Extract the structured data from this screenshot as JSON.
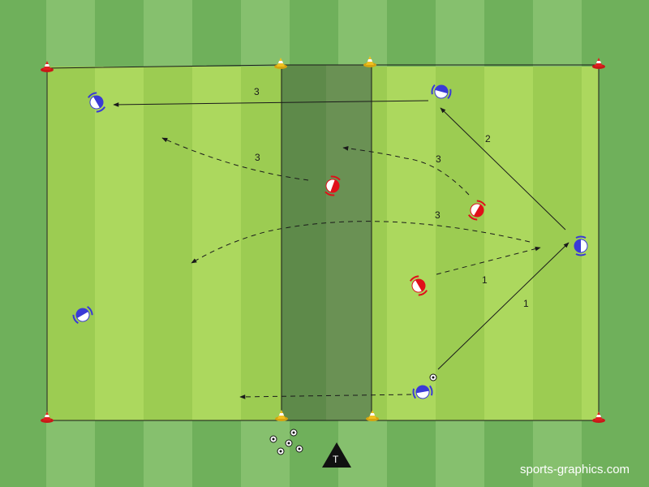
{
  "colors": {
    "pitch_stripe_a": "#6fb05b",
    "pitch_stripe_b": "#86c06e",
    "field_stripe_a": "#9ccc52",
    "field_stripe_b": "#acd85e",
    "neutral_zone": "#5e8a4a",
    "line": "#1a1a1a",
    "team_blue": "#3a3ad6",
    "team_red": "#e0101a",
    "cone_red": "#e02020",
    "cone_yellow": "#f0c020"
  },
  "labels": {
    "run_attack_top": "3",
    "run_mid_left": "3",
    "run_mid_right": "3",
    "run_long_curve": "3",
    "pass_to_winger": "2",
    "run_red_to_blue": "1",
    "pass_to_blue_right": "1"
  },
  "coach": {
    "letter": "T",
    "icon": "coach-triangle-icon"
  },
  "watermark": "sports-graphics.com",
  "icons": [
    "player-blue-icon",
    "player-red-icon",
    "cone-red-icon",
    "cone-yellow-icon",
    "ball-icon"
  ]
}
